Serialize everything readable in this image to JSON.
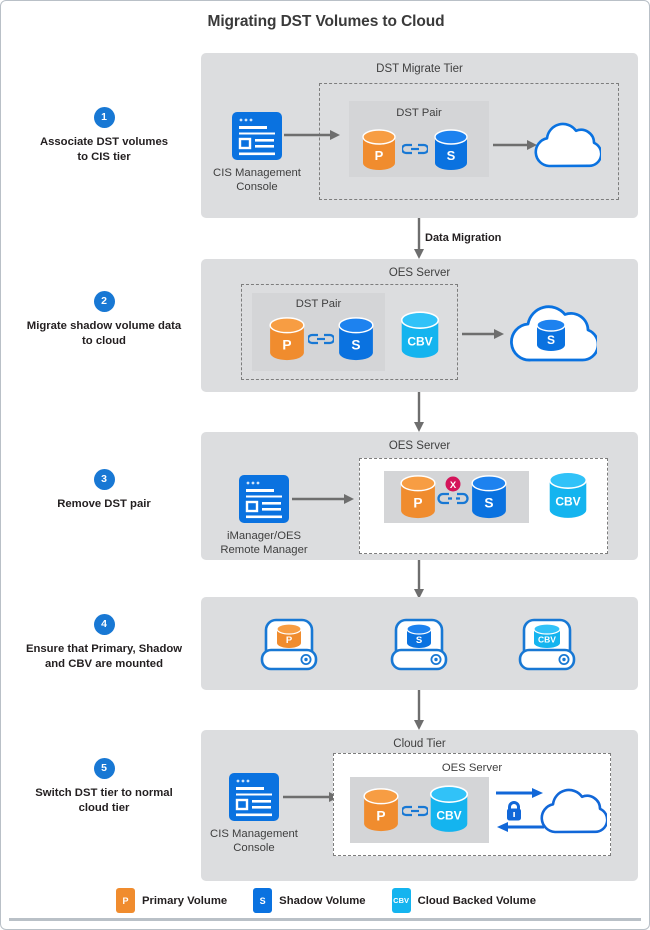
{
  "title": "Migrating DST Volumes to Cloud",
  "colors": {
    "orange": "#f08c2e",
    "blue": "#0a72e0",
    "cyan": "#14b4ef",
    "badge_blue": "#1878d4",
    "panel_gray": "#dcdddf",
    "inner_gray": "#d4d5d7",
    "arrow_gray": "#6e6e6e",
    "error_red": "#d4145a",
    "text_dark": "#231f20"
  },
  "flow_label": "Data Migration",
  "steps": [
    {
      "number": "1",
      "text_line1": "Associate DST volumes",
      "text_line2": "to CIS tier",
      "panel_title": "DST Migrate Tier",
      "inner_title": "DST Pair",
      "console_caption_line1": "CIS Management",
      "console_caption_line2": "Console",
      "volumes": {
        "primary": "P",
        "shadow": "S"
      }
    },
    {
      "number": "2",
      "text_line1": "Migrate shadow volume data",
      "text_line2": "to cloud",
      "panel_title": "OES Server",
      "inner_title": "DST Pair",
      "volumes": {
        "primary": "P",
        "shadow": "S",
        "cbv": "CBV",
        "cloud": "S"
      }
    },
    {
      "number": "3",
      "text_line1": "Remove DST pair",
      "text_line2": "",
      "panel_title": "OES Server",
      "console_caption_line1": "iManager/OES",
      "console_caption_line2": "Remote Manager",
      "volumes": {
        "primary": "P",
        "shadow": "S",
        "cbv": "CBV"
      }
    },
    {
      "number": "4",
      "text_line1": "Ensure that Primary, Shadow",
      "text_line2": "and CBV are mounted",
      "panel_title": "",
      "volumes": {
        "primary": "P",
        "shadow": "S",
        "cbv": "CBV"
      }
    },
    {
      "number": "5",
      "text_line1": "Switch DST tier to normal",
      "text_line2": "cloud tier",
      "panel_title": "Cloud Tier",
      "inner_title": "OES Server",
      "console_caption_line1": "CIS Management",
      "console_caption_line2": "Console",
      "volumes": {
        "primary": "P",
        "cbv": "CBV"
      }
    }
  ],
  "legend": [
    {
      "chip": "P",
      "label": "Primary Volume",
      "icon": "primary-volume-icon"
    },
    {
      "chip": "S",
      "label": "Shadow Volume",
      "icon": "shadow-volume-icon"
    },
    {
      "chip": "CBV",
      "label": "Cloud Backed Volume",
      "icon": "cloud-backed-volume-icon"
    }
  ]
}
